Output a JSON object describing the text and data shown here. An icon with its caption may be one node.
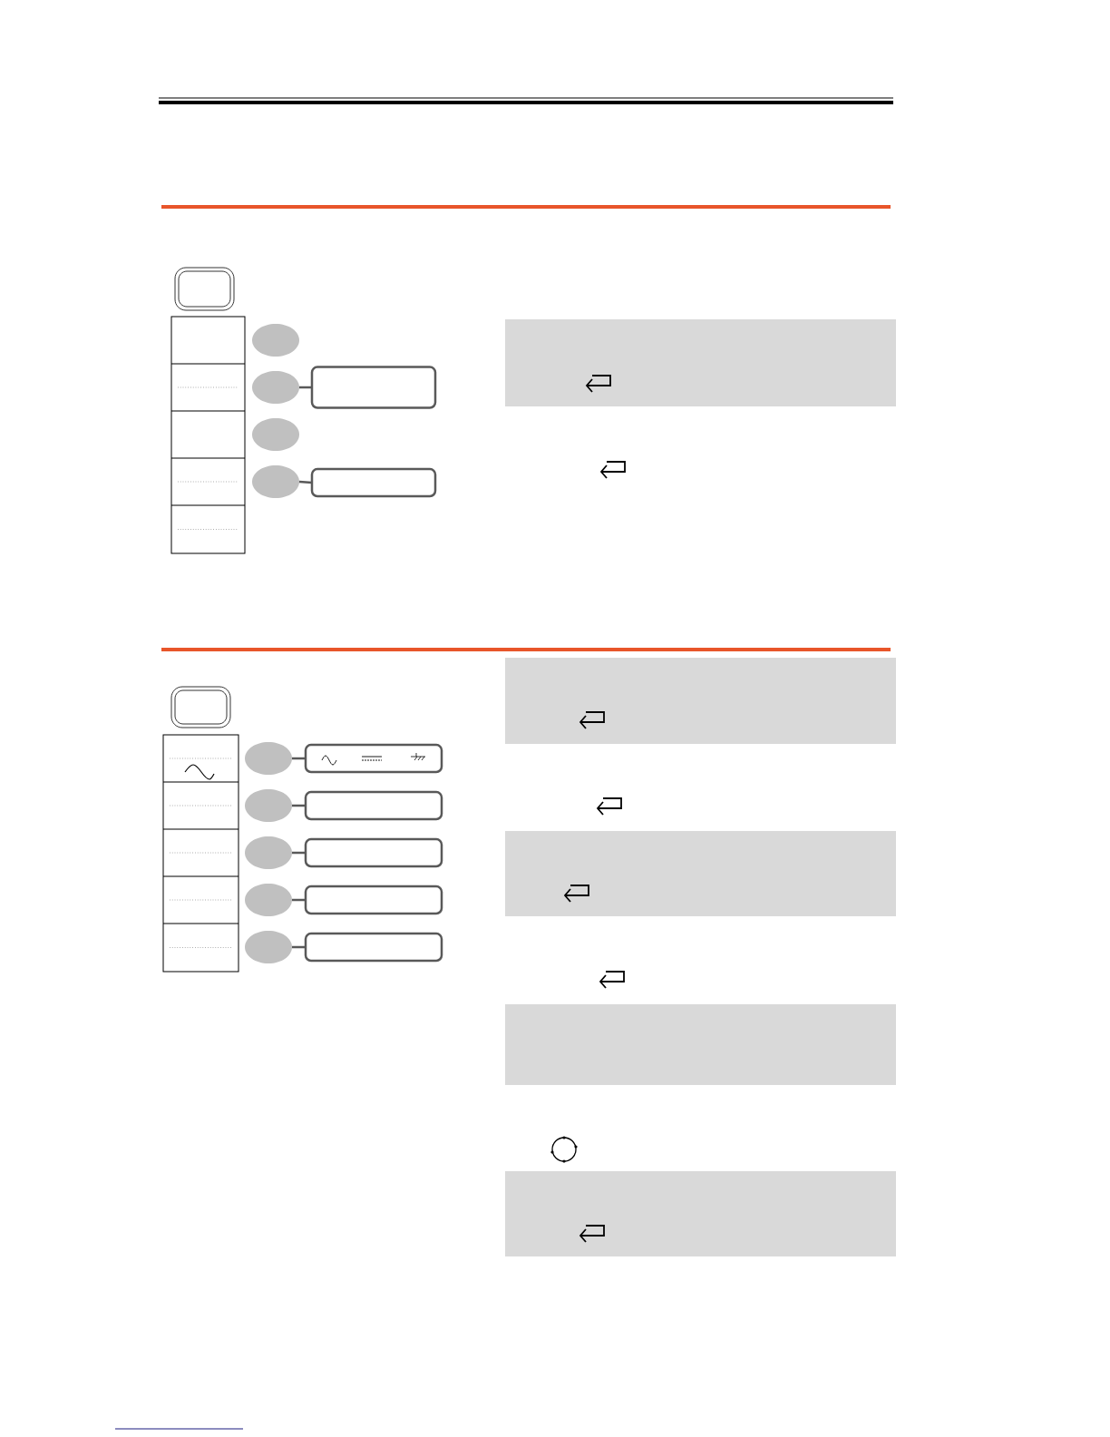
{
  "diagram": {
    "nodes": [
      {
        "text": [],
        "shape": "circle"
      },
      {
        "text": [],
        "shape": "circle"
      },
      {
        "text": [],
        "shape": "circle"
      },
      {
        "text": [],
        "shape": "circle"
      },
      {
        "text": [],
        "shape": "box"
      },
      {
        "text": [],
        "shape": "box"
      },
      {
        "text": [],
        "shape": "circle"
      },
      {
        "text": [],
        "shape": "circle"
      },
      {
        "text": [],
        "shape": "circle"
      },
      {
        "text": [],
        "shape": "circle"
      },
      {
        "text": [],
        "shape": "circle"
      },
      {
        "text": [],
        "shape": "box"
      },
      {
        "text": [],
        "shape": "box"
      },
      {
        "text": [],
        "shape": "box"
      },
      {
        "text": [],
        "shape": "box"
      },
      {
        "text": [],
        "shape": "box"
      }
    ],
    "edges": [
      {
        "from": 1,
        "to": 4,
        "arrow": "none"
      },
      {
        "from": 3,
        "to": 5,
        "arrow": "none"
      },
      {
        "from": 6,
        "to": 11,
        "arrow": "none"
      },
      {
        "from": 7,
        "to": 12,
        "arrow": "none"
      },
      {
        "from": 8,
        "to": 13,
        "arrow": "none"
      },
      {
        "from": 9,
        "to": 14,
        "arrow": "none"
      },
      {
        "from": 10,
        "to": 15,
        "arrow": "none"
      }
    ]
  }
}
